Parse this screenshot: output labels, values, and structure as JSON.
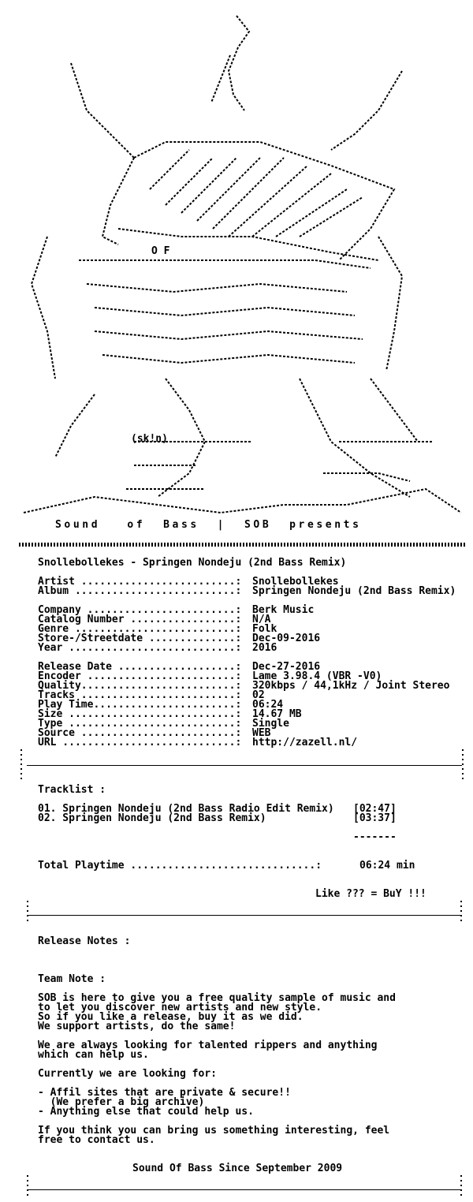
{
  "banner": "Sound   of  Bass  |  SOB  presents",
  "art_caption": {
    "of": "O F",
    "tag": "(sk!n)"
  },
  "release": {
    "headline": "Snollebollekes - Springen Nondeju (2nd Bass Remix)",
    "fields": [
      {
        "label": "Artist .........................:",
        "value": "Snollebollekes"
      },
      {
        "label": "Album ..........................:",
        "value": "Springen Nondeju (2nd Bass Remix)"
      },
      {
        "label": "",
        "value": ""
      },
      {
        "label": "Company ........................:",
        "value": "Berk Music"
      },
      {
        "label": "Catalog Number .................:",
        "value": "N/A"
      },
      {
        "label": "Genre ..........................:",
        "value": "Folk"
      },
      {
        "label": "Store-/Streetdate ..............:",
        "value": "Dec-09-2016"
      },
      {
        "label": "Year ...........................:",
        "value": "2016"
      },
      {
        "label": "",
        "value": ""
      },
      {
        "label": "Release Date ...................:",
        "value": "Dec-27-2016"
      },
      {
        "label": "Encoder ........................:",
        "value": "Lame 3.98.4 (VBR -V0)"
      },
      {
        "label": "Quality.........................:",
        "value": "320kbps / 44,1kHz / Joint Stereo"
      },
      {
        "label": "Tracks .........................:",
        "value": "02"
      },
      {
        "label": "Play Time.......................:",
        "value": "06:24"
      },
      {
        "label": "Size ...........................:",
        "value": "14.67 MB"
      },
      {
        "label": "Type ...........................:",
        "value": "Single"
      },
      {
        "label": "Source .........................:",
        "value": "WEB"
      },
      {
        "label": "URL ............................:",
        "value": "http://zazell.nl/"
      }
    ]
  },
  "tracklist": {
    "heading": "Tracklist :",
    "tracks": [
      {
        "title": "01. Springen Nondeju (2nd Bass Radio Edit Remix)",
        "time": "[02:47]"
      },
      {
        "title": "02. Springen Nondeju (2nd Bass Remix)",
        "time": "[03:37]"
      }
    ],
    "divider": "-------",
    "total_label": "Total Playtime ..............................:",
    "total_value": "06:24 min",
    "slogan": "Like ??? = BuY !!!"
  },
  "notes": {
    "release_notes_heading": "Release Notes :",
    "team_note_heading": "Team Note :",
    "paragraphs": [
      "SOB is here to give you a free quality sample of music and\nto let you discover new artists and new style.\nSo if you like a release, buy it as we did.\nWe support artists, do the same!",
      "We are always looking for talented rippers and anything\nwhich can help us.",
      "Currently we are looking for:",
      "- Affil sites that are private & secure!!\n  (We prefer a big archive)\n- Anything else that could help us.",
      "If you think you can bring us something interesting, feel\nfree to contact us."
    ],
    "footer": "Sound Of Bass Since September 2009"
  }
}
